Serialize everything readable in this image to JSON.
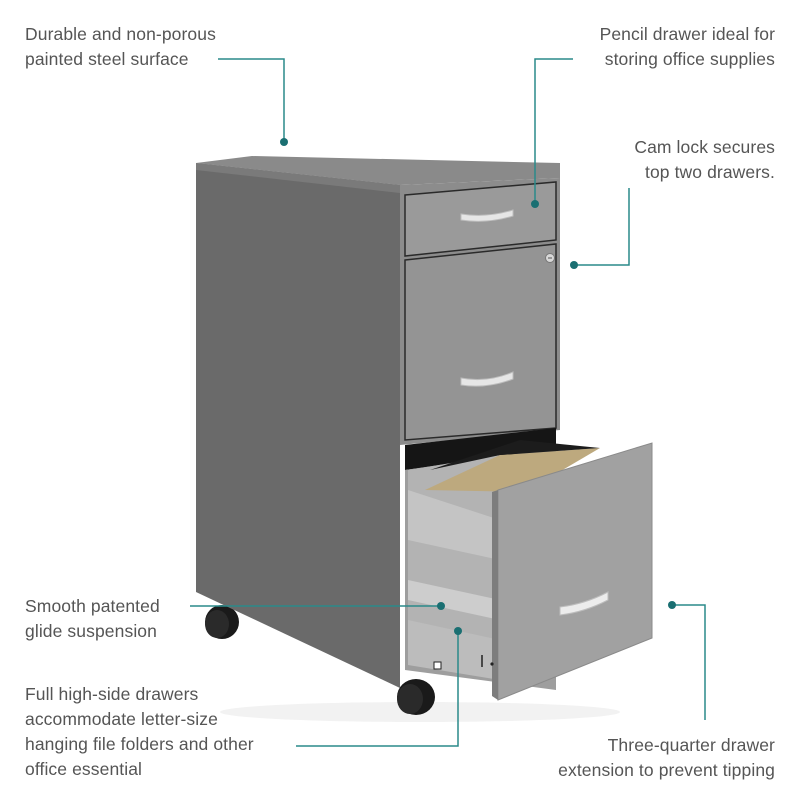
{
  "product": {
    "name": "3-drawer mobile file cabinet",
    "body_color": "#6e6e6e",
    "front_color": "#8f8f8f",
    "accent_color": "#1e7a7a"
  },
  "callouts": [
    {
      "id": "surface",
      "lines": [
        "Durable and non-porous",
        "painted steel surface"
      ]
    },
    {
      "id": "pencil-drawer",
      "lines": [
        "Pencil drawer ideal for",
        "storing office supplies"
      ]
    },
    {
      "id": "cam-lock",
      "lines": [
        "Cam lock secures",
        "top two drawers."
      ]
    },
    {
      "id": "glide",
      "lines": [
        "Smooth patented",
        "glide suspension"
      ]
    },
    {
      "id": "high-side",
      "lines": [
        "Full high-side drawers",
        "accommodate letter-size",
        "hanging file folders and other",
        "office essential"
      ]
    },
    {
      "id": "extension",
      "lines": [
        "Three-quarter drawer",
        "extension to prevent tipping"
      ]
    }
  ]
}
